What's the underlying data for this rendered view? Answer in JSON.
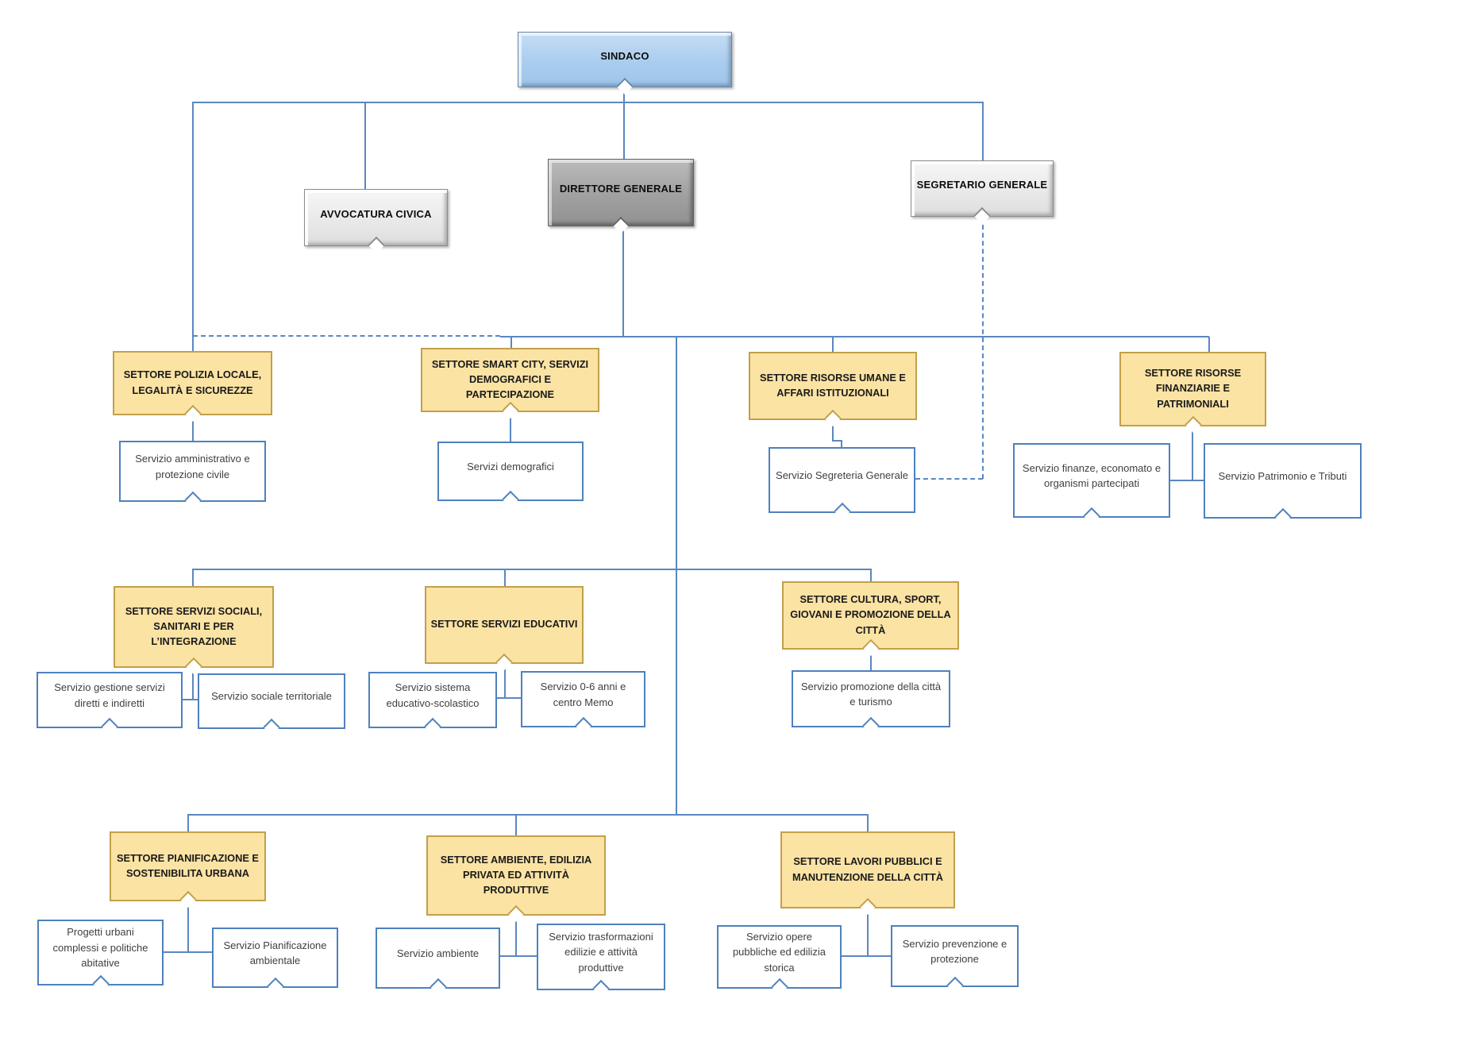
{
  "colors": {
    "connector": "#5b87c0",
    "settore_fill": "#fbe3a4",
    "settore_border": "#c2a04a",
    "service_border": "#4e81bd",
    "sindaco_fill": "#aacdee",
    "direttore_fill": "#a0a0a0",
    "staff_fill": "#ececec"
  },
  "nodes": {
    "sindaco": {
      "label": "SINDACO"
    },
    "avvocatura": {
      "label": "AVVOCATURA CIVICA"
    },
    "direttore": {
      "label": "DIRETTORE GENERALE"
    },
    "segretario": {
      "label": "SEGRETARIO GENERALE"
    },
    "settore_polizia": {
      "label": "SETTORE POLIZIA LOCALE, LEGALITÀ  E SICUREZZE"
    },
    "serv_amministrativo": {
      "label": "Servizio amministrativo e protezione civile"
    },
    "settore_smart": {
      "label": "SETTORE SMART CITY, SERVIZI DEMOGRAFICI E PARTECIPAZIONE"
    },
    "serv_demografici": {
      "label": "Servizi demografici"
    },
    "settore_risorse_umane": {
      "label": "SETTORE RISORSE UMANE E AFFARI ISTITUZIONALI"
    },
    "serv_segreteria": {
      "label": "Servizio Segreteria Generale"
    },
    "settore_risorse_fin": {
      "label": "SETTORE RISORSE FINANZIARIE E PATRIMONIALI"
    },
    "serv_finanze": {
      "label": "Servizio finanze, economato e organismi partecipati"
    },
    "serv_patrimonio": {
      "label": "Servizio Patrimonio e Tributi"
    },
    "settore_sociali": {
      "label": "SETTORE SERVIZI SOCIALI, SANITARI E PER L’INTEGRAZIONE"
    },
    "serv_gestione": {
      "label": "Servizio gestione servizi diretti e indiretti"
    },
    "serv_sociale_terr": {
      "label": "Servizio sociale territoriale"
    },
    "settore_educativi": {
      "label": "SETTORE SERVIZI EDUCATIVI"
    },
    "serv_educativo": {
      "label": "Servizio sistema educativo-scolastico"
    },
    "serv_zero_sei": {
      "label": "Servizio 0-6 anni e centro Memo"
    },
    "settore_cultura": {
      "label": "SETTORE CULTURA, SPORT, GIOVANI E PROMOZIONE DELLA CITTÀ"
    },
    "serv_promozione": {
      "label": "Servizio promozione della città e turismo"
    },
    "settore_pianificazione": {
      "label": "SETTORE PIANIFICAZIONE E SOSTENIBILITA URBANA"
    },
    "serv_progetti": {
      "label": "Progetti urbani complessi e politiche abitative"
    },
    "serv_pian_ambientale": {
      "label": "Servizio Pianificazione ambientale"
    },
    "settore_ambiente": {
      "label": "SETTORE AMBIENTE, EDILIZIA PRIVATA ED ATTIVITÀ PRODUTTIVE"
    },
    "serv_ambiente": {
      "label": "Servizio ambiente"
    },
    "serv_trasformazioni": {
      "label": "Servizio trasformazioni edilizie e attività produttive"
    },
    "settore_lavori": {
      "label": "SETTORE LAVORI PUBBLICI E MANUTENZIONE DELLA CITTÀ"
    },
    "serv_opere": {
      "label": "Servizio opere pubbliche ed edilizia storica"
    },
    "serv_prevenzione": {
      "label": "Servizio prevenzione e protezione"
    }
  }
}
